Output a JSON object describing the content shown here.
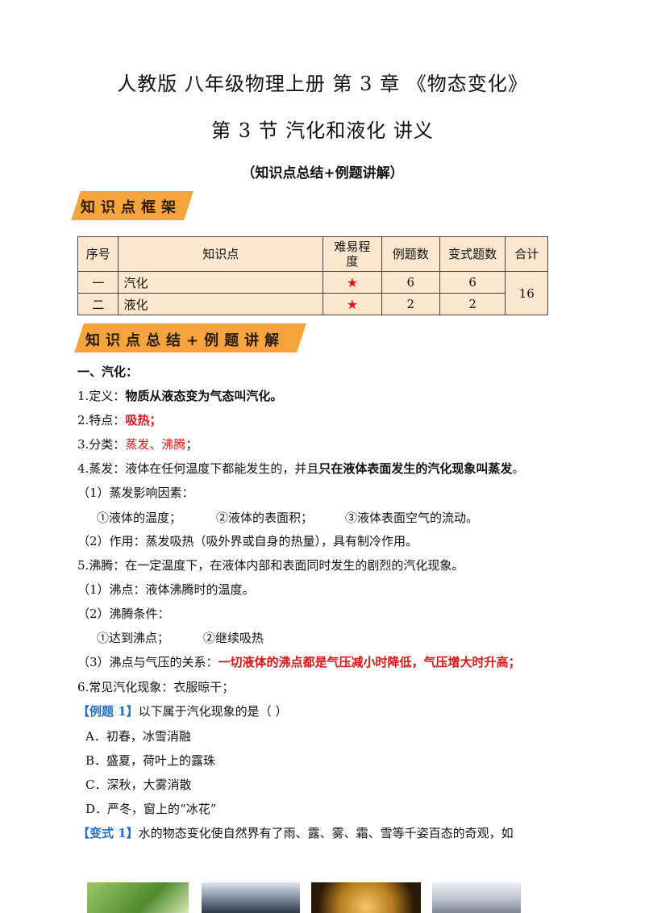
{
  "header": {
    "title_line1": "人教版  八年级物理上册  第 3 章  《物态变化》",
    "title_line2": "第 3 节  汽化和液化  讲义",
    "subtitle": "（知识点总结+例题讲解）"
  },
  "banners": {
    "framework": "知识点框架",
    "summary": "知识点总结+例题讲解"
  },
  "table": {
    "headers": [
      "序号",
      "知识点",
      "难易程度",
      "例题数",
      "变式题数",
      "合计"
    ],
    "rows": [
      {
        "no": "一",
        "topic": "汽化",
        "difficulty": "★",
        "examples": "6",
        "variants": "6"
      },
      {
        "no": "二",
        "topic": "液化",
        "difficulty": "★",
        "examples": "2",
        "variants": "2"
      }
    ],
    "total": "16"
  },
  "content": {
    "section1_title": "一、汽化：",
    "def_label": "1.定义：",
    "def_text": "物质从液态变为气态叫汽化。",
    "feature_label": "2.特点：",
    "feature_text": "吸热；",
    "class_label": "3.分类：",
    "class_text": "蒸发、沸腾",
    "class_tail": "；",
    "evap_a": "4.蒸发：液体在任何温度下都能发生的，并且",
    "evap_b": "只在液体表面发生的汽化现象叫蒸发",
    "evap_c": "。",
    "evap_factors": "（1）蒸发影响因素：",
    "factor1": "①液体的温度；",
    "factor2": "②液体的表面积；",
    "factor3": "③液体表面空气的流动。",
    "evap_effect": "（2）作用：蒸发吸热（吸外界或自身的热量），具有制冷作用。",
    "boil_def": "5.沸腾：在一定温度下，在液体内部和表面同时发生的剧烈的汽化现象。",
    "boil_point": "（1）沸点：液体沸腾时的温度。",
    "boil_cond": "（2）沸腾条件：",
    "cond1": "①达到沸点；",
    "cond2": "②继续吸热",
    "pressure_label": "（3）沸点与气压的关系：",
    "pressure_text": "一切液体的沸点都是气压减小时降低，气压增大时升高；",
    "common": "6.常见汽化现象：衣服晾干；"
  },
  "example1": {
    "tag": "【例题 1】",
    "question": "以下属于汽化现象的是（        ）",
    "options": [
      "A．初春，冰雪消融",
      "B．盛夏，荷叶上的露珠",
      "C．深秋，大雾消散",
      "D．严冬，窗上的“冰花”"
    ]
  },
  "variant1": {
    "tag": "【变式 1】",
    "text": "水的物态变化使自然界有了雨、露、雾、霜、雪等千姿百态的奇观，如"
  },
  "colors": {
    "banner": "#f5a53b",
    "table_fill": "#fde7cf",
    "emphasis_red": "#e21515",
    "tag_blue": "#1f6fd6"
  }
}
